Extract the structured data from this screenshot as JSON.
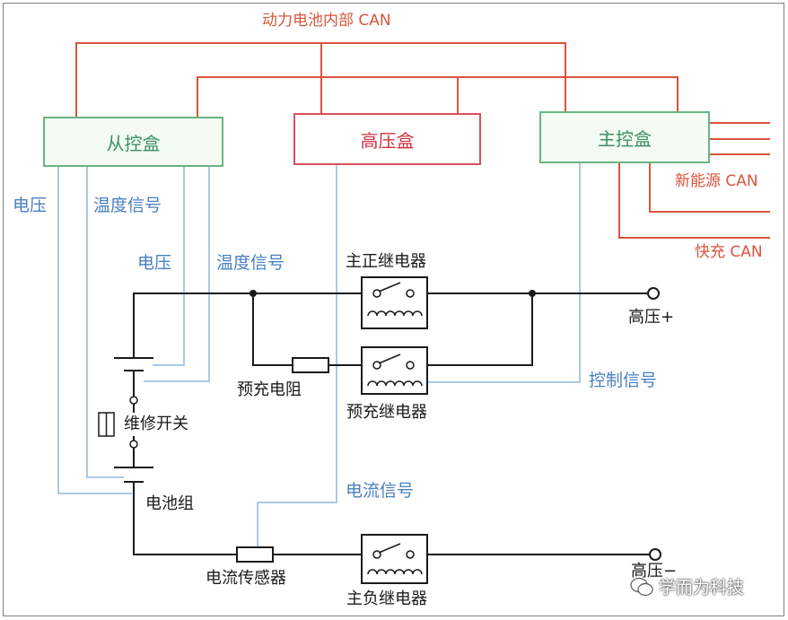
{
  "title": "动力电池内部 CAN",
  "boxes": {
    "slave": "从控盒",
    "hv": "高压盒",
    "master": "主控盒"
  },
  "labels": {
    "voltage_left": "电压",
    "temp_left": "温度信号",
    "voltage_inner": "电压",
    "temp_inner": "温度信号",
    "main_pos_relay": "主正继电器",
    "hv_plus": "高压+",
    "precharge_resistor": "预充电阻",
    "precharge_relay": "预充继电器",
    "control_signal": "控制信号",
    "service_switch": "维修开关",
    "battery_pack": "电池组",
    "current_signal": "电流信号",
    "current_sensor": "电流传感器",
    "main_neg_relay": "主负继电器",
    "hv_minus": "高压−"
  },
  "can": {
    "new_energy": "新能源 CAN",
    "fast_charge": "快充 CAN"
  },
  "watermark": "学而为科技",
  "colors": {
    "can_line": "#d9553e",
    "signal_line": "#8fb8da",
    "power_line": "#1a1a1a",
    "box_green": "#69b485",
    "box_red": "#d9505a"
  }
}
